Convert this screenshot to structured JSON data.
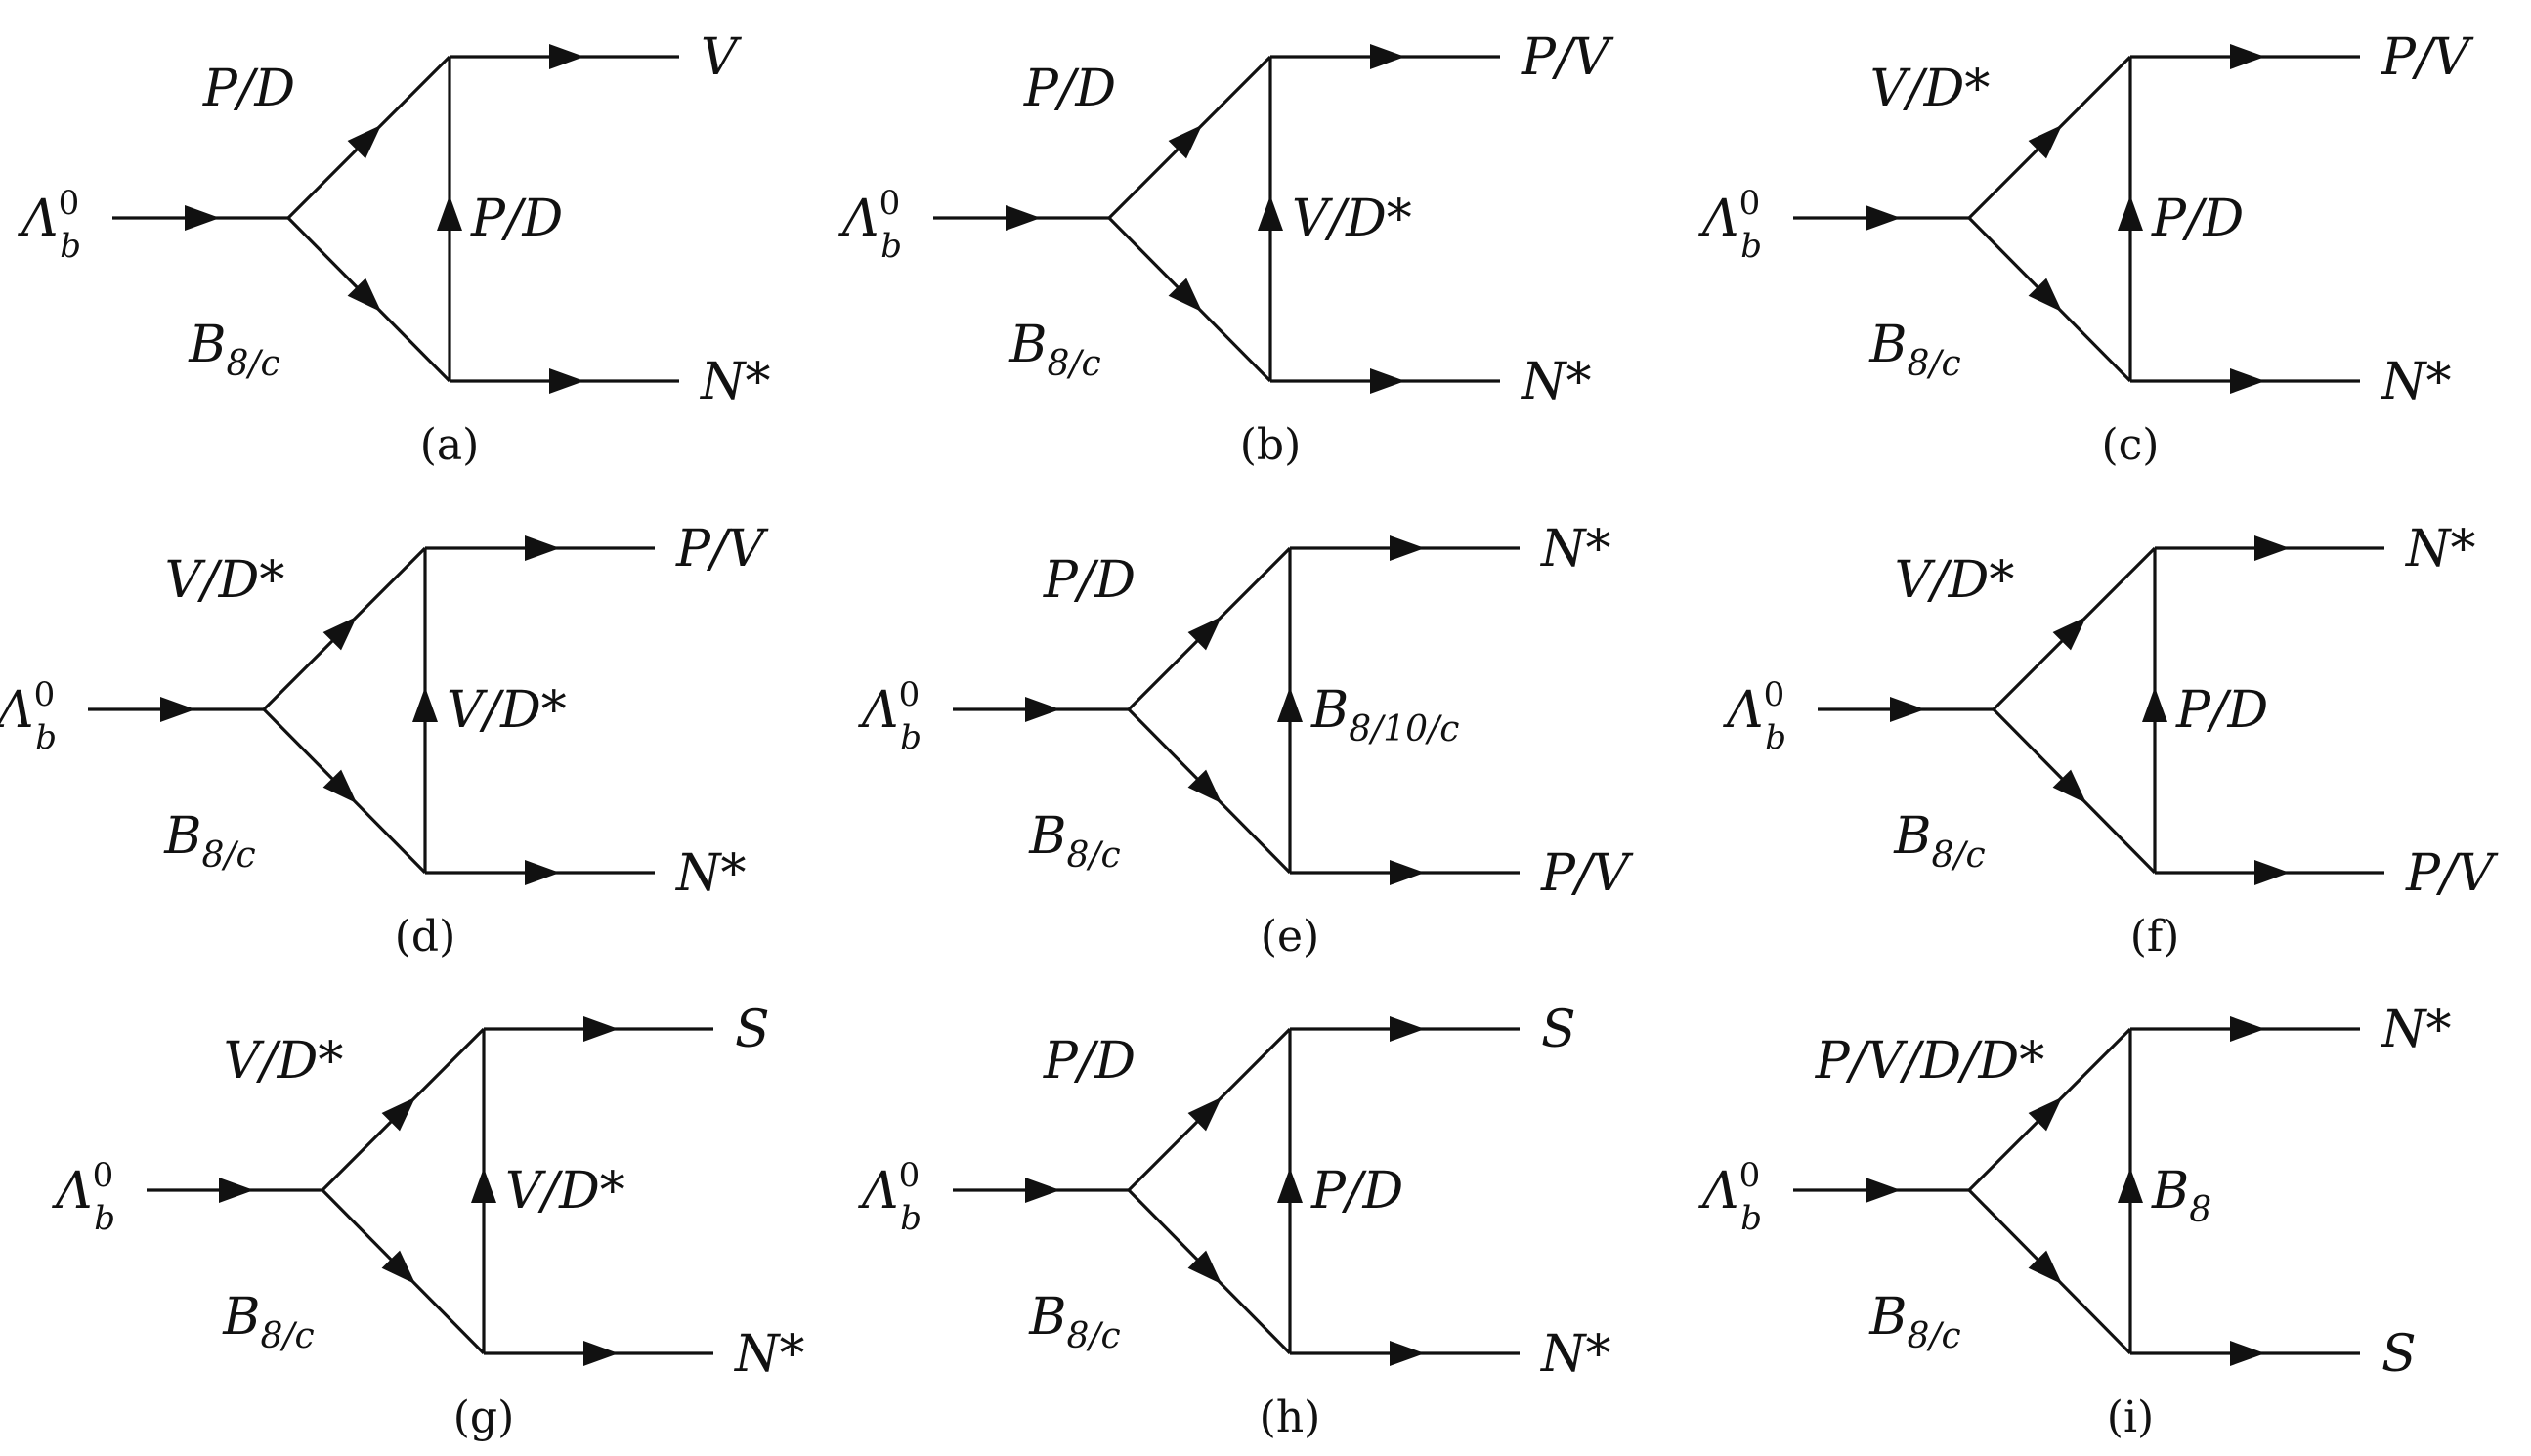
{
  "diagrams": [
    {
      "id": "a",
      "incoming": "Λ",
      "incoming_sub": "b",
      "incoming_sup": "0",
      "upper": "P/D",
      "lower": "B",
      "lower_sub": "8/c",
      "exchange": "P/D",
      "exchange_sub": "",
      "out_top": "V",
      "out_bottom": "N*",
      "caption": "(a)"
    },
    {
      "id": "b",
      "incoming": "Λ",
      "incoming_sub": "b",
      "incoming_sup": "0",
      "upper": "P/D",
      "lower": "B",
      "lower_sub": "8/c",
      "exchange": "V/D*",
      "exchange_sub": "",
      "out_top": "P/V",
      "out_bottom": "N*",
      "caption": "(b)"
    },
    {
      "id": "c",
      "incoming": "Λ",
      "incoming_sub": "b",
      "incoming_sup": "0",
      "upper": "V/D*",
      "lower": "B",
      "lower_sub": "8/c",
      "exchange": "P/D",
      "exchange_sub": "",
      "out_top": "P/V",
      "out_bottom": "N*",
      "caption": "(c)"
    },
    {
      "id": "d",
      "incoming": "Λ",
      "incoming_sub": "b",
      "incoming_sup": "0",
      "upper": "V/D*",
      "lower": "B",
      "lower_sub": "8/c",
      "exchange": "V/D*",
      "exchange_sub": "",
      "out_top": "P/V",
      "out_bottom": "N*",
      "caption": "(d)"
    },
    {
      "id": "e",
      "incoming": "Λ",
      "incoming_sub": "b",
      "incoming_sup": "0",
      "upper": "P/D",
      "lower": "B",
      "lower_sub": "8/c",
      "exchange": "B",
      "exchange_sub": "8/10/c",
      "out_top": "N*",
      "out_bottom": "P/V",
      "caption": "(e)"
    },
    {
      "id": "f",
      "incoming": "Λ",
      "incoming_sub": "b",
      "incoming_sup": "0",
      "upper": "V/D*",
      "lower": "B",
      "lower_sub": "8/c",
      "exchange": "P/D",
      "exchange_sub": "",
      "out_top": "N*",
      "out_bottom": "P/V",
      "caption": "(f)"
    },
    {
      "id": "g",
      "incoming": "Λ",
      "incoming_sub": "b",
      "incoming_sup": "0",
      "upper": "V/D*",
      "lower": "B",
      "lower_sub": "8/c",
      "exchange": "V/D*",
      "exchange_sub": "",
      "out_top": "S",
      "out_bottom": "N*",
      "caption": "(g)"
    },
    {
      "id": "h",
      "incoming": "Λ",
      "incoming_sub": "b",
      "incoming_sup": "0",
      "upper": "P/D",
      "lower": "B",
      "lower_sub": "8/c",
      "exchange": "P/D",
      "exchange_sub": "",
      "out_top": "S",
      "out_bottom": "N*",
      "caption": "(h)"
    },
    {
      "id": "i",
      "incoming": "Λ",
      "incoming_sub": "b",
      "incoming_sup": "0",
      "upper": "P/V/D/D*",
      "lower": "B",
      "lower_sub": "8/c",
      "exchange": "B",
      "exchange_sub": "8",
      "out_top": "N*",
      "out_bottom": "S",
      "caption": "(i)"
    }
  ]
}
